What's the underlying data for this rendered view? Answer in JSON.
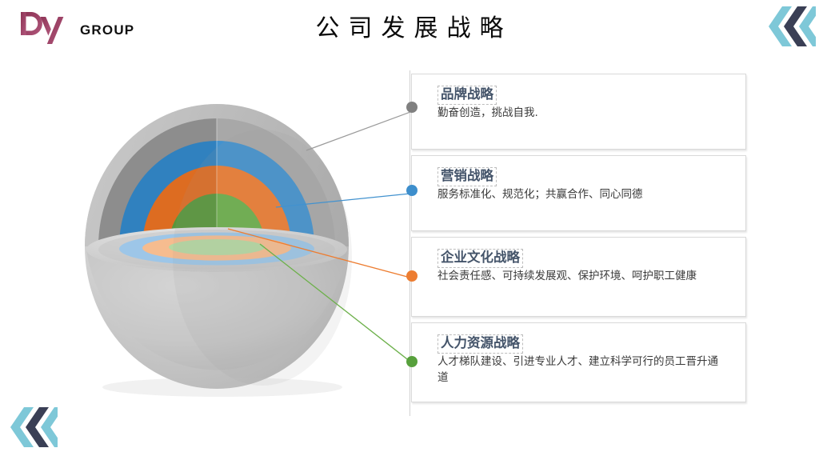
{
  "brand": {
    "logo_icon": "dy-monogram-logo",
    "logo_letters": "Dy",
    "logo_word": "GROUP",
    "logo_color": "#9e3f62"
  },
  "header": {
    "title": "公司发展战略"
  },
  "decorations": {
    "top_right_icon": "triple-chevron-left-icon",
    "bottom_left_icon": "triple-chevron-left-icon",
    "chevron_light": "#7ec8d8",
    "chevron_dark": "#3a3f55"
  },
  "diagram": {
    "name": "layered-cutaway-sphere-diagram",
    "layers": [
      {
        "key": "outer",
        "label": "品牌战略",
        "color": "#a6a6a6",
        "color_light": "#d0d0d0"
      },
      {
        "key": "second",
        "label": "营销战略",
        "color": "#3d8ecc",
        "color_light": "#9dc6e8"
      },
      {
        "key": "third",
        "label": "企业文化战略",
        "color": "#ed7d31",
        "color_light": "#f6bc8f"
      },
      {
        "key": "core",
        "label": "人力资源战略",
        "color": "#57a03c",
        "color_light": "#aed49b"
      }
    ]
  },
  "cards": [
    {
      "heading": "品牌战略",
      "body": "勤奋创造，挑战自我.",
      "dot_color": "#808080",
      "line_color": "#9a9a9a"
    },
    {
      "heading": "营销战略",
      "body": "服务标准化、规范化；共赢合作、同心同德",
      "dot_color": "#3d8ecc",
      "line_color": "#3d8ecc"
    },
    {
      "heading": "企业文化战略",
      "body": "社会责任感、可持续发展观、保护环境、呵护职工健康",
      "dot_color": "#ed7d31",
      "line_color": "#ed7d31"
    },
    {
      "heading": "人力资源战略",
      "body": "人才梯队建设、引进专业人才、建立科学可行的员工晋升通道",
      "dot_color": "#57a03c",
      "line_color": "#57a03c"
    }
  ]
}
